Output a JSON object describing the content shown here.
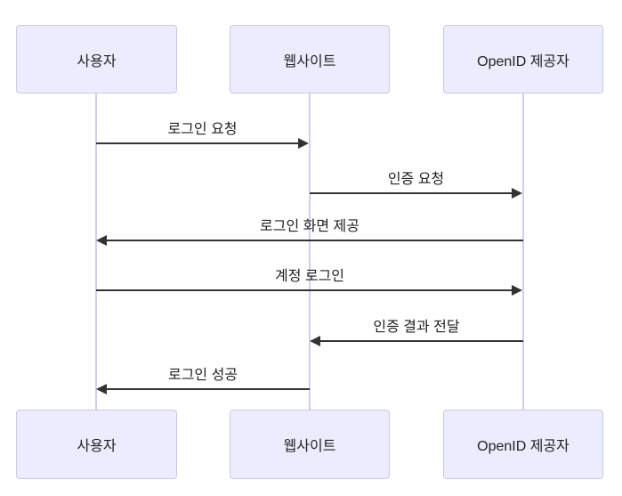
{
  "diagram": {
    "type": "sequence",
    "colors": {
      "actor_fill": "#ECECFF",
      "actor_border": "#C9C9E8",
      "line": "#333333",
      "lifeline": "#CFCFEF",
      "text": "#222222",
      "bg": "#ffffff"
    },
    "actors": [
      {
        "id": "user",
        "label": "사용자"
      },
      {
        "id": "website",
        "label": "웹사이트"
      },
      {
        "id": "openid-provider",
        "label": "OpenID 제공자"
      }
    ],
    "messages": [
      {
        "seq": 1,
        "from": "사용자",
        "to": "웹사이트",
        "direction": "right",
        "style": "solid",
        "label": "로그인 요청"
      },
      {
        "seq": 2,
        "from": "웹사이트",
        "to": "OpenID 제공자",
        "direction": "right",
        "style": "solid",
        "label": "인증 요청"
      },
      {
        "seq": 3,
        "from": "OpenID 제공자",
        "to": "사용자",
        "direction": "left",
        "style": "solid",
        "label": "로그인 화면 제공"
      },
      {
        "seq": 4,
        "from": "사용자",
        "to": "OpenID 제공자",
        "direction": "right",
        "style": "solid",
        "label": "계정 로그인"
      },
      {
        "seq": 5,
        "from": "OpenID 제공자",
        "to": "웹사이트",
        "direction": "left",
        "style": "solid",
        "label": "인증 결과 전달"
      },
      {
        "seq": 6,
        "from": "웹사이트",
        "to": "사용자",
        "direction": "left",
        "style": "solid",
        "label": "로그인 성공"
      }
    ]
  }
}
